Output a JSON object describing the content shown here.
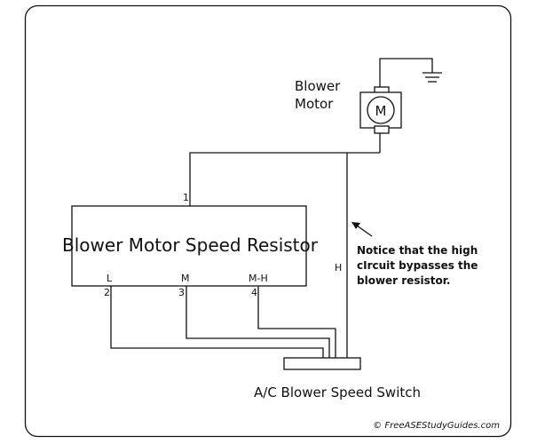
{
  "diagram": {
    "blower_motor_label_line1": "Blower",
    "blower_motor_label_line2": "Motor",
    "motor_symbol": "M",
    "resistor_label": "Blower Motor Speed Resistor",
    "terminal_top_number": "1",
    "resistor_taps": [
      {
        "letter": "L",
        "number": "2"
      },
      {
        "letter": "M",
        "number": "3"
      },
      {
        "letter": "M-H",
        "number": "4"
      }
    ],
    "high_wire_label": "H",
    "note_lines": [
      "Notice that the high",
      "cIrcuit bypasses the",
      "blower resistor."
    ],
    "switch_label": "A/C Blower Speed Switch",
    "credit": "© FreeASEStudyGuides.com",
    "colors": {
      "line": "#111111",
      "background": "#ffffff"
    }
  }
}
